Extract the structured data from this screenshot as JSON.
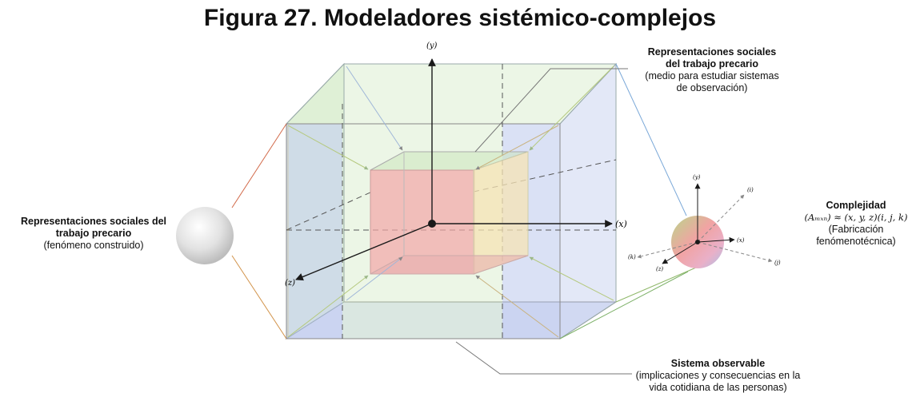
{
  "title": "Figura 27. Modeladores sistémico-complejos",
  "labels": {
    "left": {
      "title_line1": "Representaciones sociales del",
      "title_line2": "trabajo precario",
      "subtitle": "(fenómeno construido)"
    },
    "top": {
      "title_line1": "Representaciones sociales",
      "title_line2": "del trabajo precario",
      "subtitle_line1": "(medio para estudiar sistemas",
      "subtitle_line2": "de observación)"
    },
    "right": {
      "title": "Complejidad",
      "formula": "(Aₘₓₙ) ≈ (x, y, z)(i, j, k)",
      "subtitle_line1": "(Fabricación",
      "subtitle_line2": "fenómenotécnica)"
    },
    "bottom": {
      "title": "Sistema observable",
      "subtitle_line1": "(implicaciones y consecuencias en la",
      "subtitle_line2": "vida cotidiana de las personas)"
    }
  },
  "axes": {
    "main": {
      "x": "(x)",
      "y": "(y)",
      "z": "(z)"
    },
    "sphere": {
      "x": "(x)",
      "y": "(y)",
      "z": "(z)",
      "i": "(i)",
      "j": "(j)",
      "k": "(k)"
    }
  },
  "colors": {
    "red": "#f4a6a6",
    "green": "#c8e4b8",
    "blue": "#aebde8",
    "yellow": "#f6e3b4",
    "axis": "#1a1a1a"
  }
}
